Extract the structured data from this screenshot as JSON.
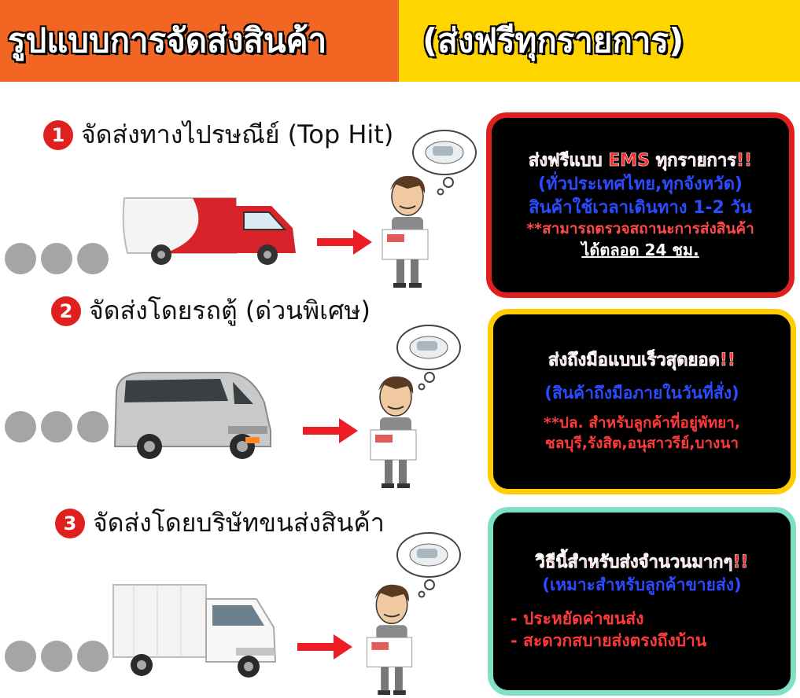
{
  "header": {
    "left_title": "รูปแบบการจัดส่งสินค้า",
    "right_title": "(ส่งฟรีทุกรายการ)",
    "left_color": "#f26522",
    "right_color": "#ffd500"
  },
  "sections": [
    {
      "number": "1",
      "title": "จัดส่งทางไปรษณีย์ (Top Hit)",
      "vehicle_icon": "postal-truck-icon",
      "box": {
        "border_color": "#e0201f",
        "lines": [
          "ส่งฟรีแบบ EMS ทุกรายการ!!",
          "(ทั่วประเทศไทย,ทุกจังหวัด)",
          "สินค้าใช้เวลาเดินทาง 1-2 วัน",
          "**สามารถตรวจสถานะการส่งสินค้า",
          "ได้ตลอด 24 ชม."
        ]
      }
    },
    {
      "number": "2",
      "title": "จัดส่งโดยรถตู้ (ด่วนพิเศษ)",
      "vehicle_icon": "van-icon",
      "box": {
        "border_color": "#ffcc00",
        "lines": [
          "ส่งถึงมือแบบเร็วสุดยอด!!",
          "(สินค้าถึงมือภายในวันที่สั่ง)",
          "**ปล. สำหรับลูกค้าที่อยู่พัทยา,",
          "ชลบุรี,รังสิต,อนุสาวรีย์,บางนา"
        ]
      }
    },
    {
      "number": "3",
      "title": "จัดส่งโดยบริษัทขนส่งสินค้า",
      "vehicle_icon": "cargo-truck-icon",
      "box": {
        "border_color": "#7fe0c8",
        "lines": [
          "วิธีนี้สำหรับส่งจำนวนมากๆ!!",
          "(เหมาะสำหรับลูกค้าขายส่ง)",
          "- ประหยัดค่าขนส่ง",
          "- สะดวกสบายส่งตรงถึงบ้าน"
        ]
      }
    }
  ]
}
